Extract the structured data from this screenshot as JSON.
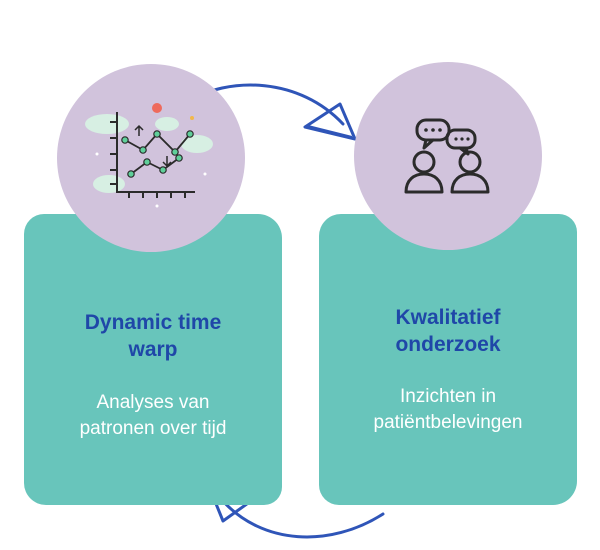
{
  "left_card": {
    "title_line1": "Dynamic time",
    "title_line2": "warp",
    "text_line1": "Analyses van",
    "text_line2": "patronen over tijd",
    "icon": "line-chart-icon"
  },
  "right_card": {
    "title_line1": "Kwalitatief",
    "title_line2": "onderzoek",
    "text_line1": "Inzichten in",
    "text_line2": "patiëntbelevingen",
    "icon": "conversation-people-icon"
  },
  "colors": {
    "card": "#68c5bb",
    "circle": "#d1c3dc",
    "title": "#1f47a8",
    "arrow": "#2f55b8"
  }
}
